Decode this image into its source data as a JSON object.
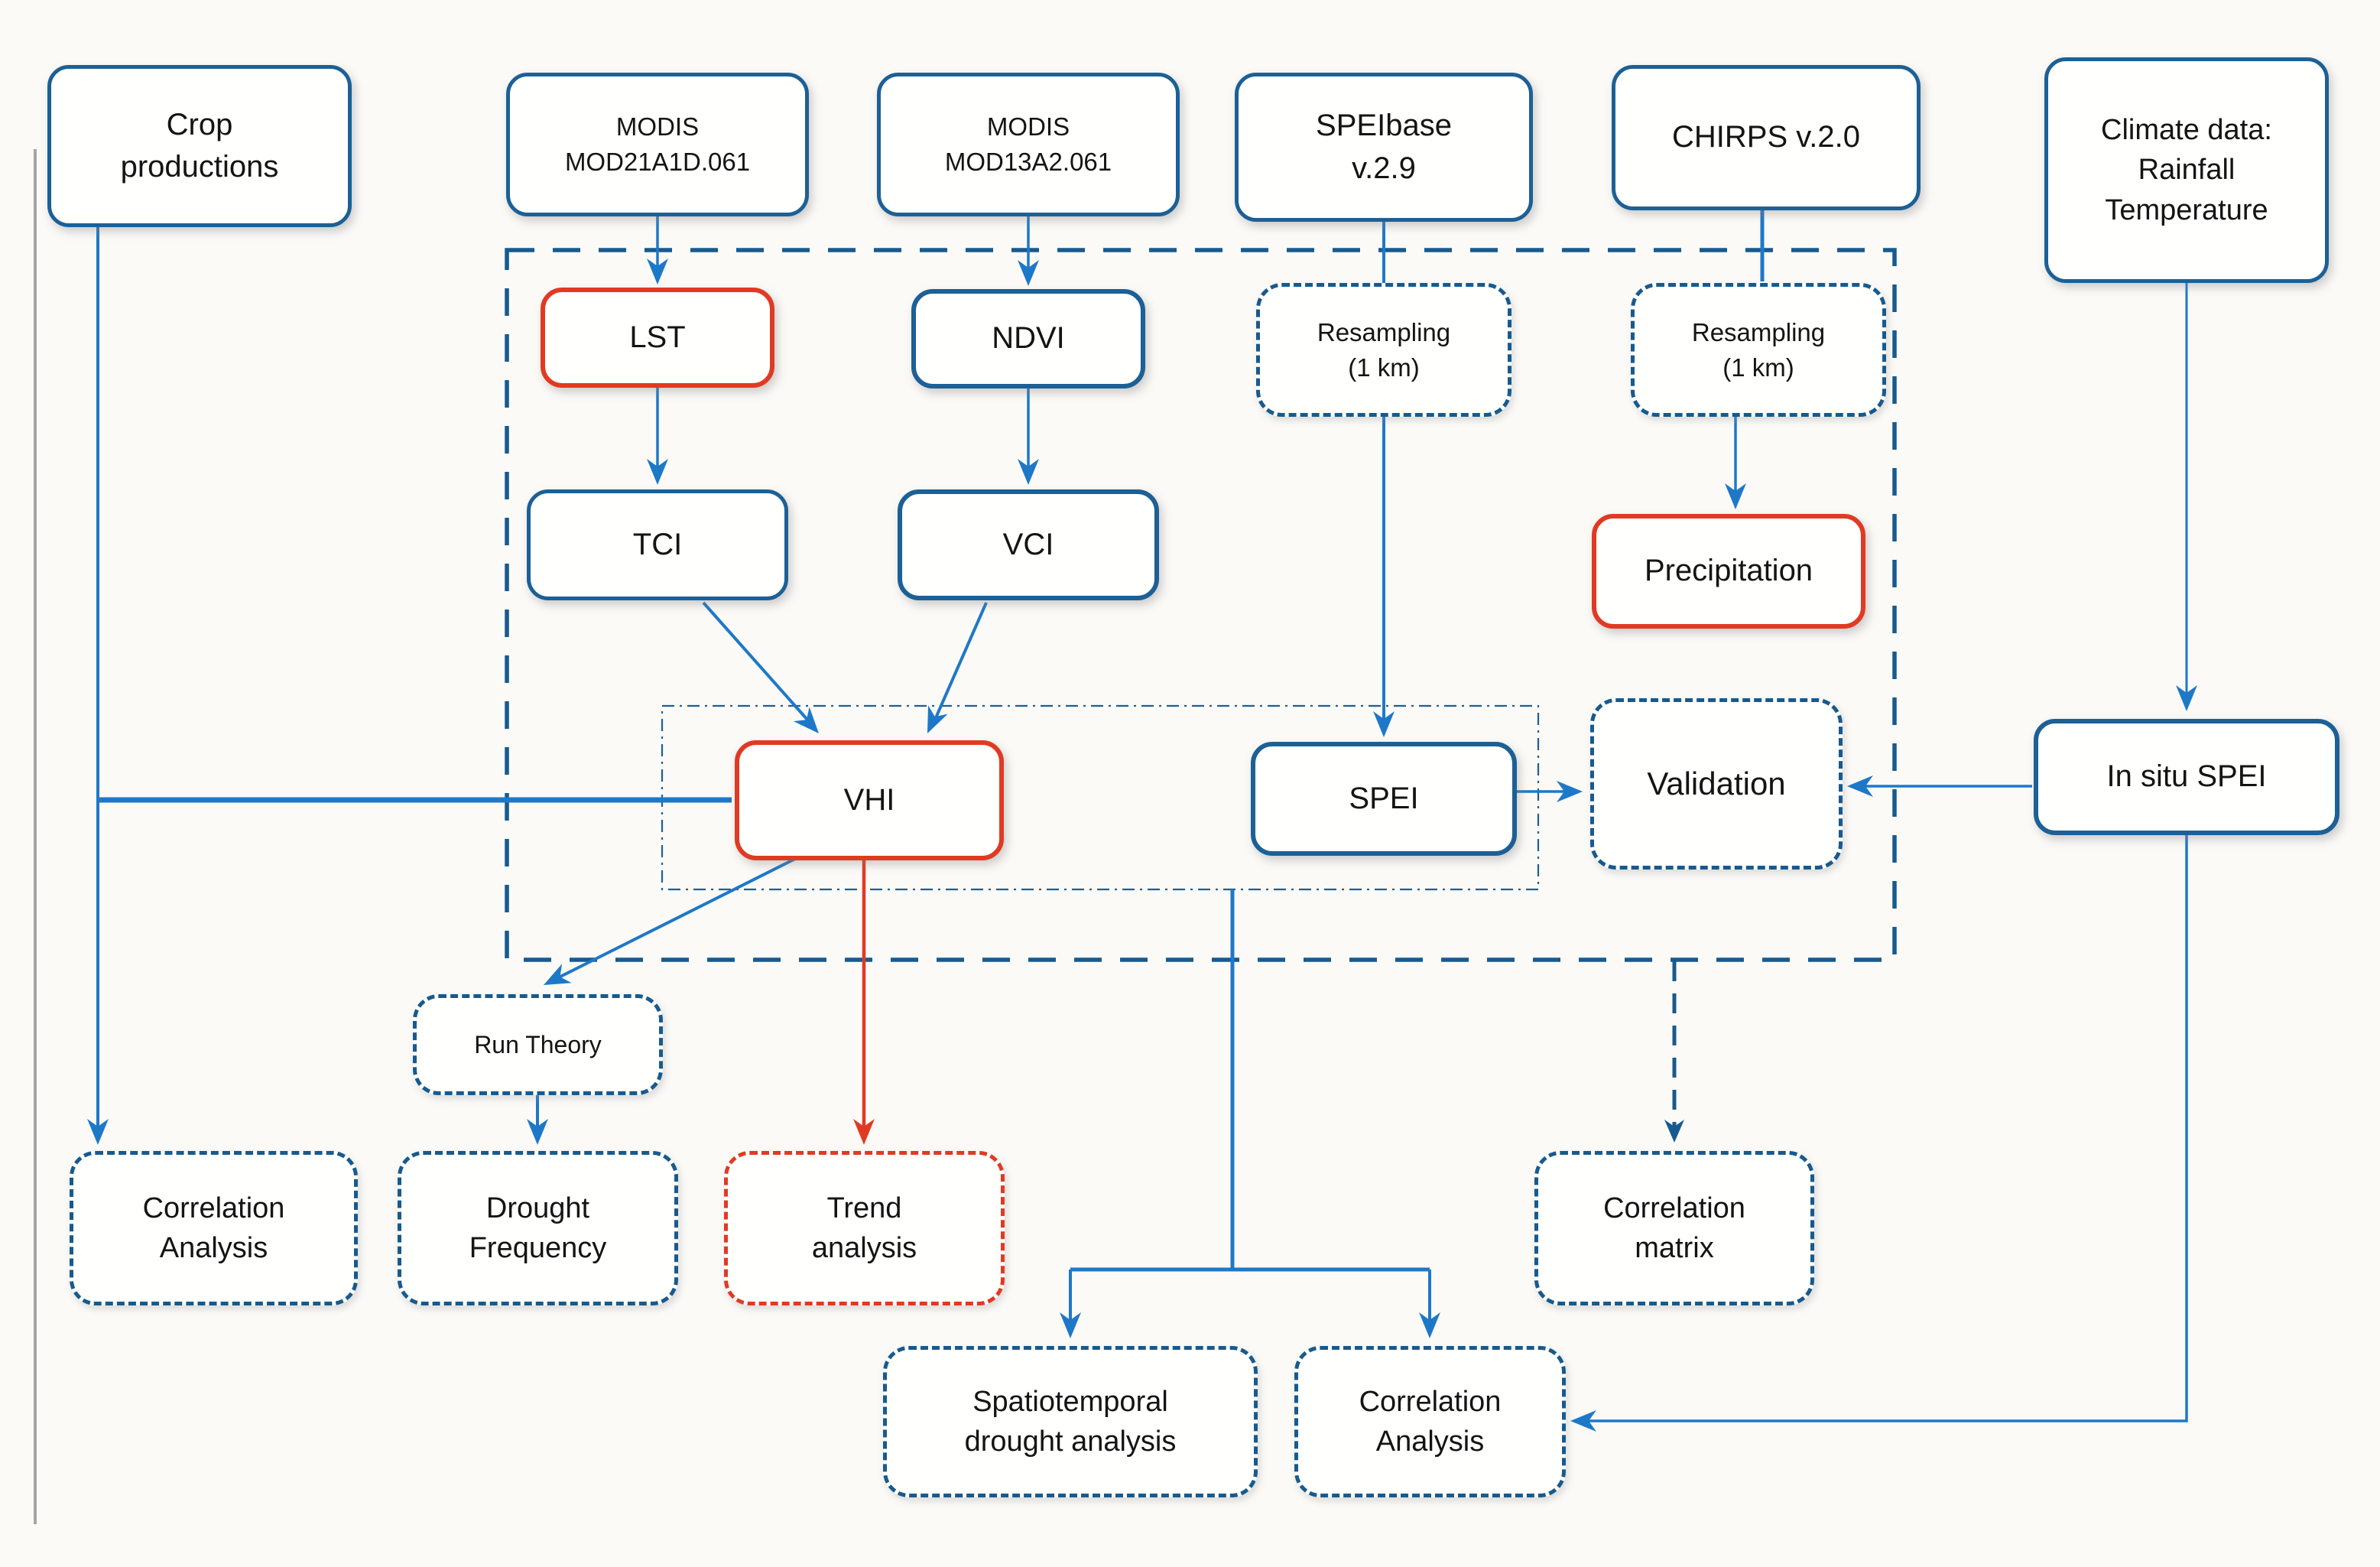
{
  "figure": {
    "title": "Drought monitoring methodology flowchart",
    "colors": {
      "solid_border_blue": "#1c6096",
      "dashed_border_blue": "#175a8e",
      "arrow_blue": "#1e78c8",
      "highlight_red": "#e13a22",
      "text": "#141414",
      "background": "#fbfaf7",
      "page_rule_gray": "#a5a5a5"
    }
  },
  "nodes": [
    {
      "id": "crop-productions",
      "name": "node-crop-productions",
      "style": "solid-blue",
      "lines": [
        "Crop",
        "productions"
      ]
    },
    {
      "id": "modis-mod21a1d",
      "name": "node-modis-mod21a1d",
      "style": "solid-blue",
      "lines": [
        "MODIS",
        "MOD21A1D.061"
      ]
    },
    {
      "id": "modis-mod13a2",
      "name": "node-modis-mod13a2",
      "style": "solid-blue",
      "lines": [
        "MODIS",
        "MOD13A2.061"
      ]
    },
    {
      "id": "speibase",
      "name": "node-speibase",
      "style": "solid-blue",
      "lines": [
        "SPEIbase",
        "v.2.9"
      ]
    },
    {
      "id": "chirps",
      "name": "node-chirps",
      "style": "solid-blue",
      "lines": [
        "CHIRPS v.2.0"
      ]
    },
    {
      "id": "climate-data",
      "name": "node-climate-data",
      "style": "solid-blue",
      "lines": [
        "Climate data:",
        "Rainfall",
        "Temperature"
      ]
    },
    {
      "id": "lst",
      "name": "node-lst",
      "style": "solid-red",
      "lines": [
        "LST"
      ]
    },
    {
      "id": "ndvi",
      "name": "node-ndvi",
      "style": "solid-blue-heavy",
      "lines": [
        "NDVI"
      ]
    },
    {
      "id": "resampling-speibase",
      "name": "node-resampling-speibase",
      "style": "dashed-blue",
      "lines": [
        "Resampling",
        "(1 km)"
      ]
    },
    {
      "id": "resampling-chirps",
      "name": "node-resampling-chirps",
      "style": "dashed-blue",
      "lines": [
        "Resampling",
        "(1 km)"
      ]
    },
    {
      "id": "tci",
      "name": "node-tci",
      "style": "solid-blue",
      "lines": [
        "TCI"
      ]
    },
    {
      "id": "vci",
      "name": "node-vci",
      "style": "solid-blue-heavy",
      "lines": [
        "VCI"
      ]
    },
    {
      "id": "precipitation",
      "name": "node-precipitation",
      "style": "solid-red",
      "lines": [
        "Precipitation"
      ]
    },
    {
      "id": "vhi",
      "name": "node-vhi",
      "style": "solid-red",
      "lines": [
        "VHI"
      ]
    },
    {
      "id": "spei",
      "name": "node-spei",
      "style": "solid-blue-heavy",
      "lines": [
        "SPEI"
      ]
    },
    {
      "id": "validation",
      "name": "node-validation",
      "style": "dashed-blue",
      "lines": [
        "Validation"
      ]
    },
    {
      "id": "in-situ-spei",
      "name": "node-in-situ-spei",
      "style": "solid-blue-heavy",
      "lines": [
        "In situ SPEI"
      ]
    },
    {
      "id": "run-theory",
      "name": "node-run-theory",
      "style": "dashed-blue",
      "lines": [
        "Run Theory"
      ]
    },
    {
      "id": "correlation-analysis-left",
      "name": "node-correlation-analysis-left",
      "style": "dashed-blue",
      "lines": [
        "Correlation",
        "Analysis"
      ]
    },
    {
      "id": "drought-frequency",
      "name": "node-drought-frequency",
      "style": "dashed-blue",
      "lines": [
        "Drought",
        "Frequency"
      ]
    },
    {
      "id": "trend-analysis",
      "name": "node-trend-analysis",
      "style": "dashed-red",
      "lines": [
        "Trend",
        "analysis"
      ]
    },
    {
      "id": "correlation-matrix",
      "name": "node-correlation-matrix",
      "style": "dashed-blue",
      "lines": [
        "Correlation",
        "matrix"
      ]
    },
    {
      "id": "spatiotemporal-drought-analysis",
      "name": "node-spatiotemporal-drought-analysis",
      "style": "dashed-blue",
      "lines": [
        "Spatiotemporal",
        "drought analysis"
      ]
    },
    {
      "id": "correlation-analysis-bottom",
      "name": "node-correlation-analysis-bottom",
      "style": "dashed-blue",
      "lines": [
        "Correlation",
        "Analysis"
      ]
    }
  ]
}
